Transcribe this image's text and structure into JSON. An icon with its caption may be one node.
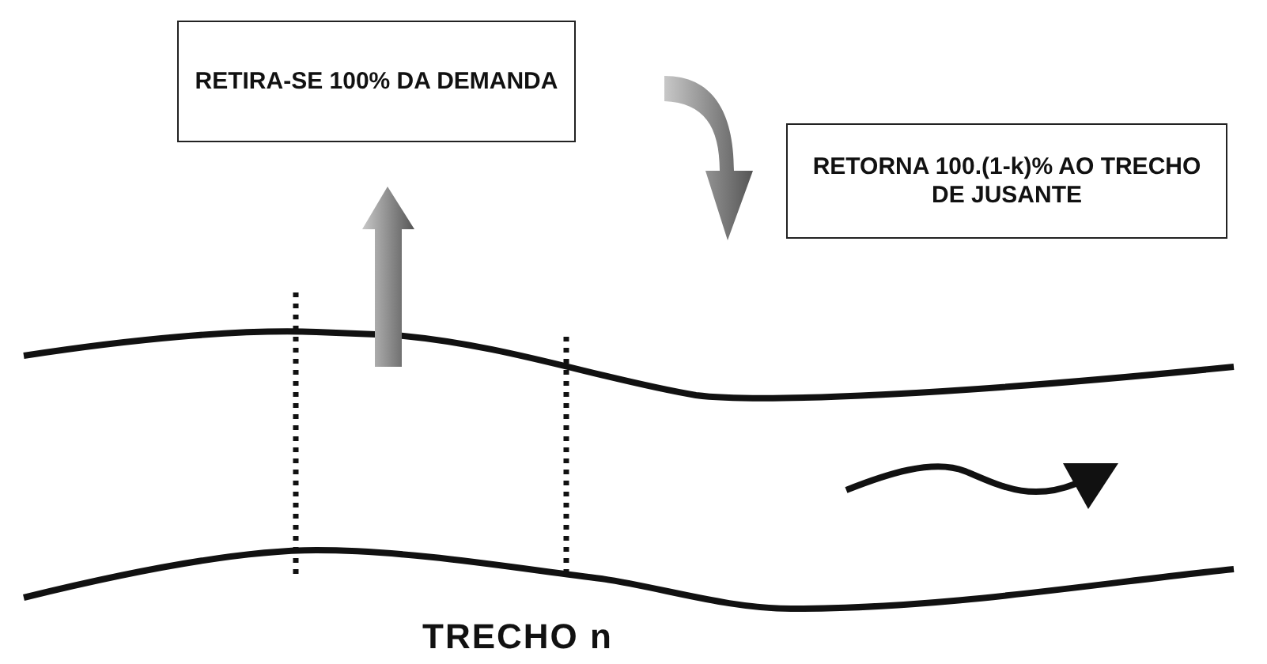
{
  "diagram": {
    "nodes": [
      {
        "text": [
          "RETIRA-SE 100% DA DEMANDA"
        ]
      },
      {
        "text": [
          "RETORNA 100.(1-k)%  AO TRECHO DE JUSANTE"
        ]
      }
    ],
    "labels": [
      "TRECHO n"
    ]
  }
}
